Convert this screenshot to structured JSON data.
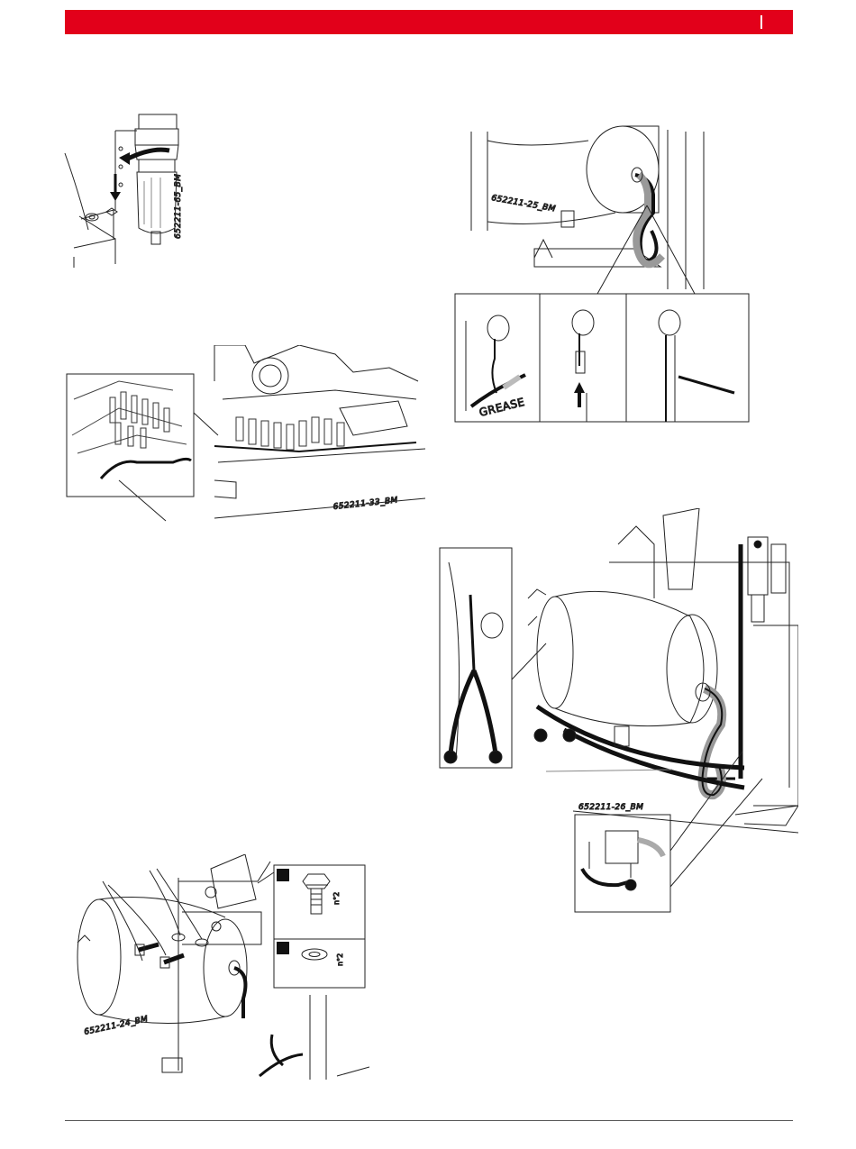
{
  "header": {
    "brand_color": "#e2001a"
  },
  "figures": {
    "filter": {
      "code": "652211-65_BM"
    },
    "valve_block": {
      "code": "652211-33_BM"
    },
    "tank_hose": {
      "code": "652211-25_BM",
      "grease_label": "GREASE"
    },
    "tank_hoses": {
      "code": "652211-26_BM"
    },
    "tank_mount": {
      "code": "652211-24_BM",
      "bolt_qty": "n°2",
      "washer_qty": "n°2"
    }
  }
}
